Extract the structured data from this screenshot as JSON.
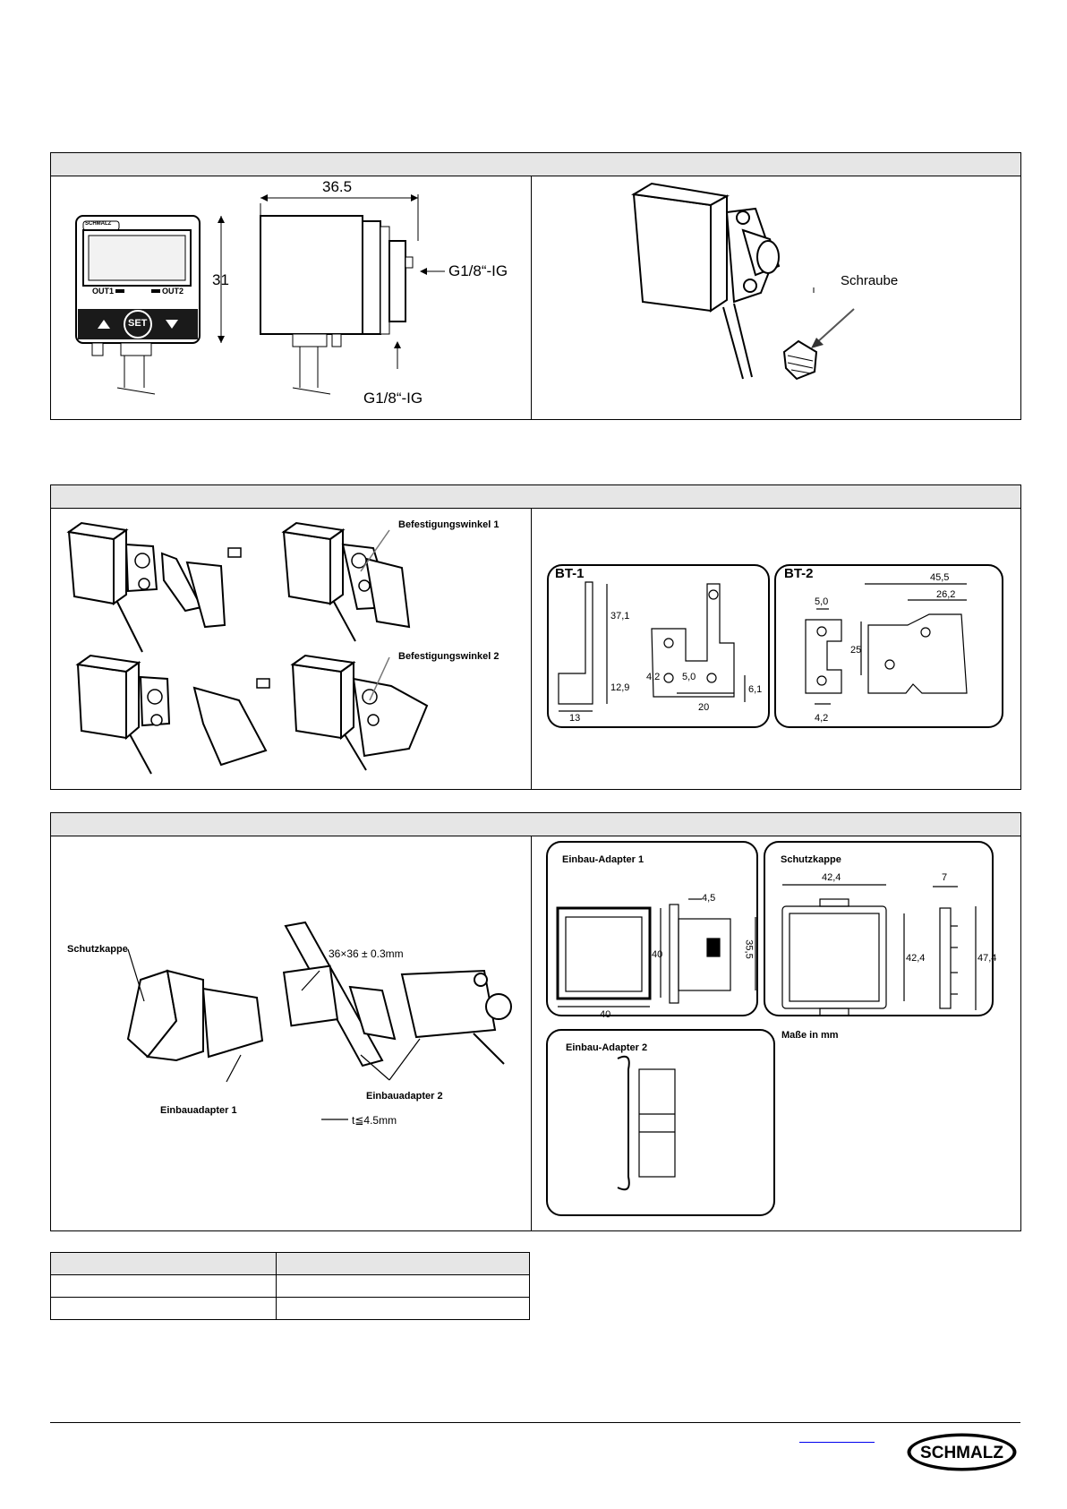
{
  "section1": {
    "device_drawing": {
      "device_logo": "SCHMALZ",
      "out1_label": "OUT1",
      "out2_label": "OUT2",
      "set_label": "SET",
      "width_dim": "36.5",
      "height_dim": "31",
      "port_side_label": "G1/8“-IG",
      "port_bottom_label": "G1/8“-IG"
    },
    "screw_drawing": {
      "screw_label": "Schraube"
    }
  },
  "section2": {
    "bracket_labels": [
      "Befestigungswinkel 1",
      "Befestigungswinkel 2"
    ],
    "bt1": {
      "title": "BT-1",
      "dims": [
        "37,1",
        "12,9",
        "13",
        "4,2",
        "5,0",
        "20",
        "6,1"
      ]
    },
    "bt2": {
      "title": "BT-2",
      "dims": [
        "45,5",
        "26,2",
        "5,0",
        "25",
        "4,2"
      ]
    }
  },
  "section3": {
    "exploded": {
      "cap_label": "Schutzkappe",
      "panel_cutout": "36×36 ± 0.3mm",
      "adapter1_label": "Einbauadapter 1",
      "adapter2_label": "Einbauadapter 2",
      "thickness_label": "t≦4.5mm"
    },
    "adapter1": {
      "title": "Einbau-Adapter 1",
      "dims": [
        "4,5",
        "40",
        "35,5",
        "40"
      ]
    },
    "cap": {
      "title": "Schutzkappe",
      "dims": [
        "42,4",
        "7",
        "42,4",
        "47,4"
      ]
    },
    "adapter2": {
      "title": "Einbau-Adapter 2"
    },
    "units_note": "Maße in mm"
  },
  "footer": {
    "brand": "SCHMALZ"
  }
}
